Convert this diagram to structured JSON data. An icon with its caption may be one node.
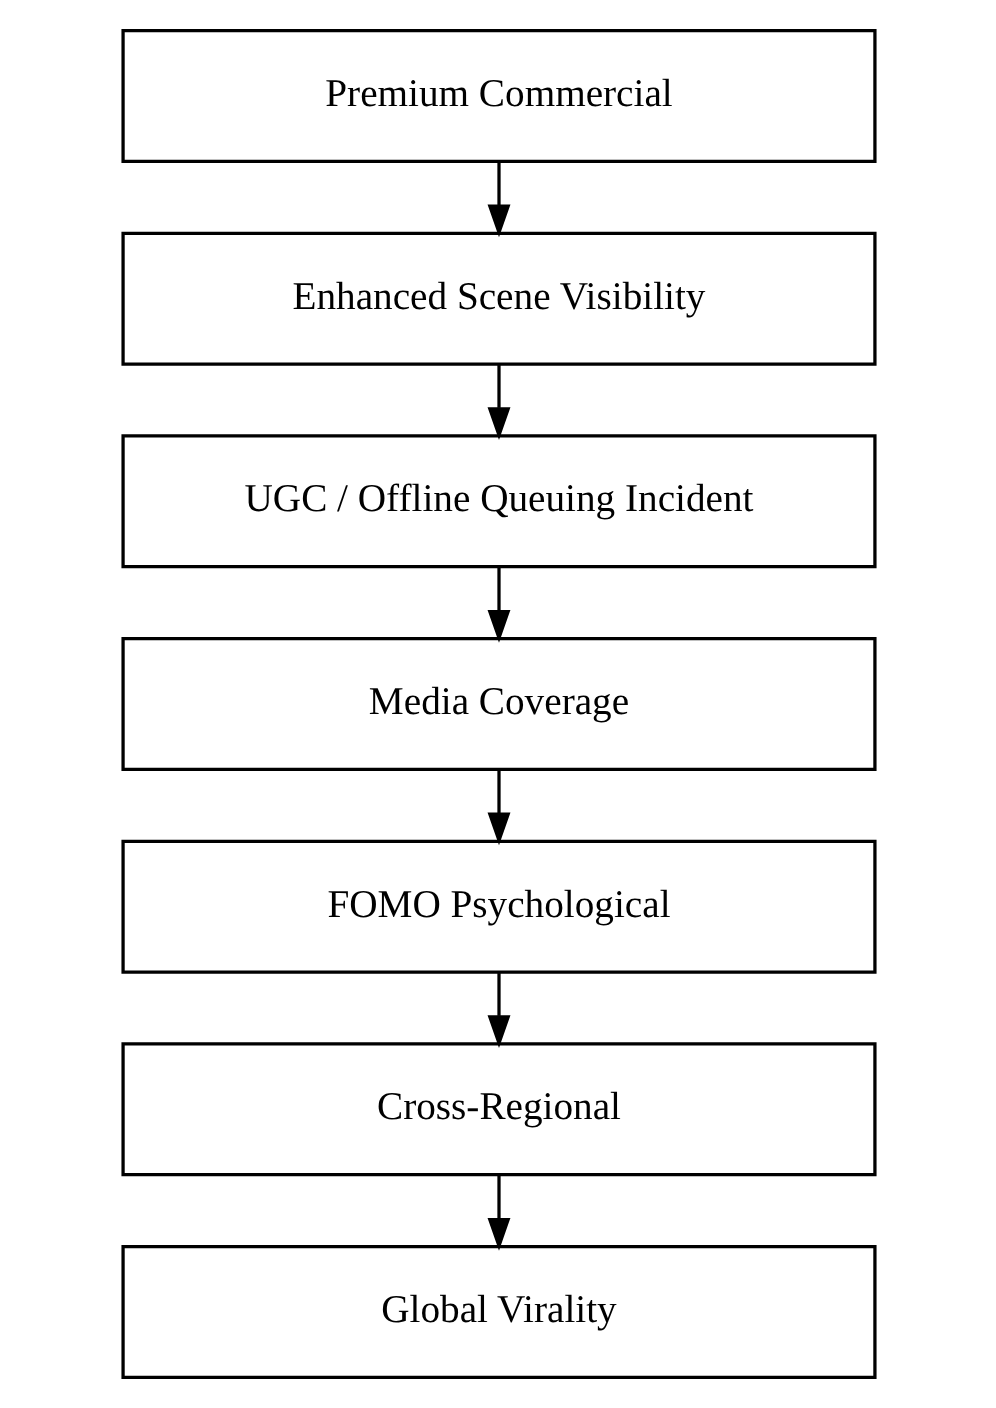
{
  "diagram": {
    "nodes": [
      {
        "text": [
          "Premium Commercial"
        ]
      },
      {
        "text": [
          "Enhanced Scene Visibility"
        ]
      },
      {
        "text": [
          "UGC / Offline Queuing Incident"
        ]
      },
      {
        "text": [
          "Media Coverage"
        ]
      },
      {
        "text": [
          "FOMO Psychological"
        ]
      },
      {
        "text": [
          "Cross-Regional"
        ]
      },
      {
        "text": [
          "Global Virality"
        ]
      }
    ],
    "edges": [
      {
        "from": 0,
        "to": 1,
        "arrow": "to"
      },
      {
        "from": 1,
        "to": 2,
        "arrow": "to"
      },
      {
        "from": 2,
        "to": 3,
        "arrow": "to"
      },
      {
        "from": 3,
        "to": 4,
        "arrow": "to"
      },
      {
        "from": 4,
        "to": 5,
        "arrow": "to"
      },
      {
        "from": 5,
        "to": 6,
        "arrow": "to"
      }
    ]
  }
}
